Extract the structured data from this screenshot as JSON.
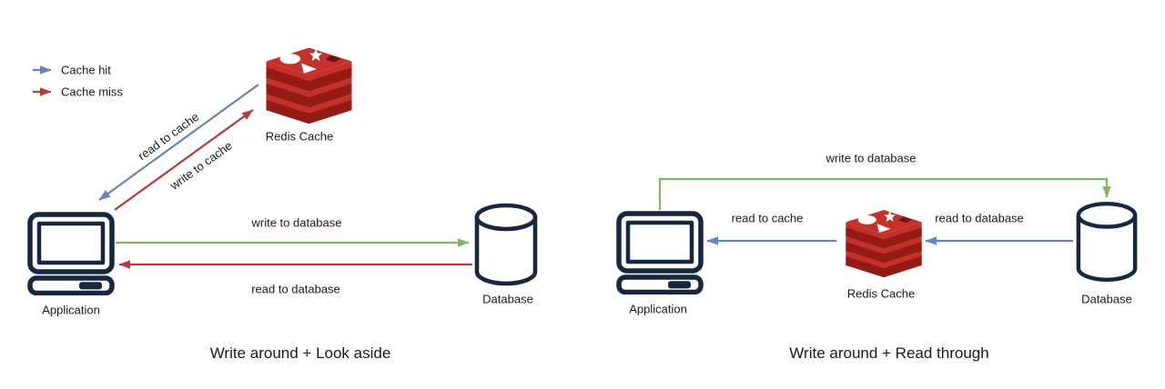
{
  "colors": {
    "blue": "#6285c1",
    "red": "#b03f3b",
    "green": "#82b366",
    "outline": "#17273f",
    "redis_top": "#c6302b",
    "redis_side": "#941a15",
    "redis_cube": "#6f1210",
    "text": "#1a1a1a"
  },
  "legend": {
    "items": [
      {
        "label": "Cache hit",
        "color": "#6285c1"
      },
      {
        "label": "Cache miss",
        "color": "#b03f3b"
      }
    ]
  },
  "left": {
    "caption": "Write around + Look aside",
    "app_label": "Application",
    "redis_label": "Redis Cache",
    "db_label": "Database",
    "labels": {
      "read_to_cache": "read to cache",
      "write_to_cache": "write to cache",
      "write_to_db": "write to database",
      "read_to_db": "read to database"
    }
  },
  "right": {
    "caption": "Write around + Read through",
    "app_label": "Application",
    "redis_label": "Redis Cache",
    "db_label": "Database",
    "labels": {
      "write_to_db": "write to database",
      "read_to_cache": "read to cache",
      "read_to_db": "read to database"
    }
  }
}
